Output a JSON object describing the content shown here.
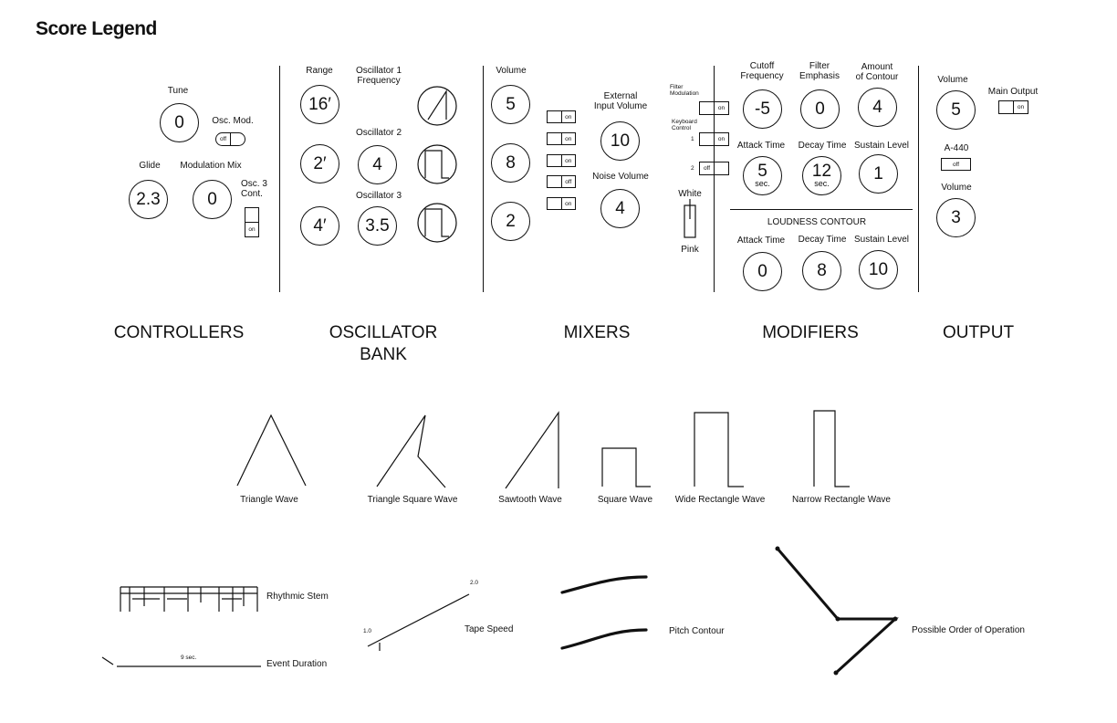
{
  "title": "Score Legend",
  "controllers": {
    "tune_label": "Tune",
    "tune_value": "0",
    "osc_mod_label": "Osc. Mod.",
    "osc_mod_switch": "off",
    "glide_label": "Glide",
    "glide_value": "2.3",
    "mod_mix_label": "Modulation Mix",
    "mod_mix_value": "0",
    "osc3_cont_label1": "Osc. 3",
    "osc3_cont_label2": "Cont.",
    "osc3_cont_switch": "on"
  },
  "oscillator_bank": {
    "range_label": "Range",
    "ranges": [
      "16′",
      "2′",
      "4′"
    ],
    "osc1_label1": "Oscillator 1",
    "osc1_label2": "Frequency",
    "osc2_label": "Oscillator 2",
    "osc2_value": "4",
    "osc3_label": "Oscillator 3",
    "osc3_value": "3.5",
    "waveform_icons": [
      "sawtooth-icon",
      "square-icon",
      "square-icon"
    ]
  },
  "mixers": {
    "volume_label": "Volume",
    "volumes": [
      "5",
      "8",
      "2"
    ],
    "switches": [
      "on",
      "on",
      "on",
      "off",
      "on"
    ],
    "ext_input_label1": "External",
    "ext_input_label2": "Input Volume",
    "ext_input_value": "10",
    "noise_label": "Noise Volume",
    "noise_value": "4"
  },
  "modifiers": {
    "filter_mod_label1": "Filter",
    "filter_mod_label2": "Modulation",
    "filter_mod_switch": "on",
    "keyboard_control_label1": "Keyboard",
    "keyboard_control_label2": "Control",
    "kc1_label": "1",
    "kc1_switch": "on",
    "kc2_label": "2",
    "kc2_switch": "off",
    "white_label": "White",
    "pink_label": "Pink",
    "cutoff_label1": "Cutoff",
    "cutoff_label2": "Frequency",
    "cutoff_value": "-5",
    "emphasis_label1": "Filter",
    "emphasis_label2": "Emphasis",
    "emphasis_value": "0",
    "contour_label1": "Amount",
    "contour_label2": "of Contour",
    "contour_value": "4",
    "f_attack_label": "Attack Time",
    "f_attack_value": "5",
    "f_attack_unit": "sec.",
    "f_decay_label": "Decay Time",
    "f_decay_value": "12",
    "f_decay_unit": "sec.",
    "f_sustain_label": "Sustain Level",
    "f_sustain_value": "1",
    "loudness_label": "LOUDNESS CONTOUR",
    "l_attack_label": "Attack Time",
    "l_attack_value": "0",
    "l_decay_label": "Decay Time",
    "l_decay_value": "8",
    "l_sustain_label": "Sustain Level",
    "l_sustain_value": "10"
  },
  "output": {
    "volume_label": "Volume",
    "volume_value": "5",
    "main_output_label": "Main Output",
    "main_output_switch": "on",
    "a440_label": "A-440",
    "a440_switch": "off",
    "volume2_label": "Volume",
    "volume2_value": "3"
  },
  "sections": {
    "controllers": "CONTROLLERS",
    "oscillator_bank_1": "OSCILLATOR",
    "oscillator_bank_2": "BANK",
    "mixers": "MIXERS",
    "modifiers": "MODIFIERS",
    "output": "OUTPUT"
  },
  "waves": [
    "Triangle Wave",
    "Triangle Square Wave",
    "Sawtooth Wave",
    "Square Wave",
    "Wide Rectangle Wave",
    "Narrow Rectangle Wave"
  ],
  "legend": {
    "rhythmic_stem": "Rhythmic Stem",
    "event_duration": "Event Duration",
    "event_duration_value": "9 sec.",
    "tape_speed": "Tape Speed",
    "tape_speed_low": "1.0",
    "tape_speed_high": "2.0",
    "pitch_contour": "Pitch Contour",
    "order_of_operation": "Possible Order of Operation"
  }
}
